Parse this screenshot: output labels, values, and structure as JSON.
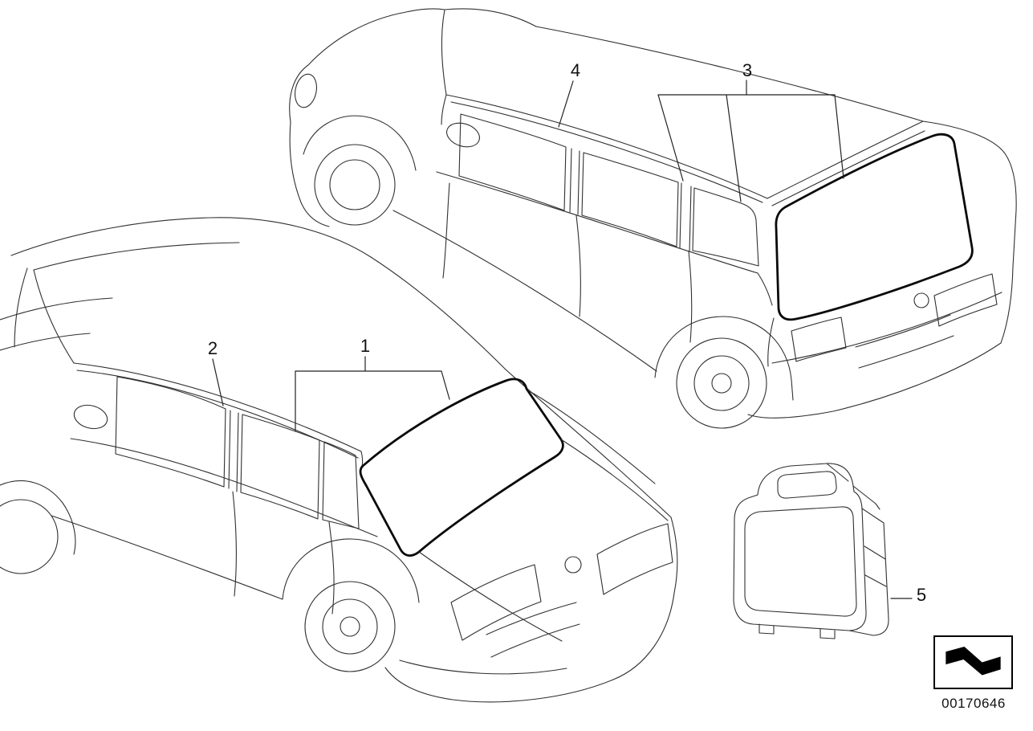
{
  "diagram": {
    "callouts": [
      {
        "label": "1"
      },
      {
        "label": "2"
      },
      {
        "label": "3"
      },
      {
        "label": "4"
      },
      {
        "label": "5"
      }
    ],
    "part_number": "00170646"
  },
  "colors": {
    "background": "#ffffff",
    "line": "#303030",
    "highlight": "#0a0a0a"
  },
  "icons": {
    "stamp": "folded-arrow-parts-logo-icon"
  }
}
